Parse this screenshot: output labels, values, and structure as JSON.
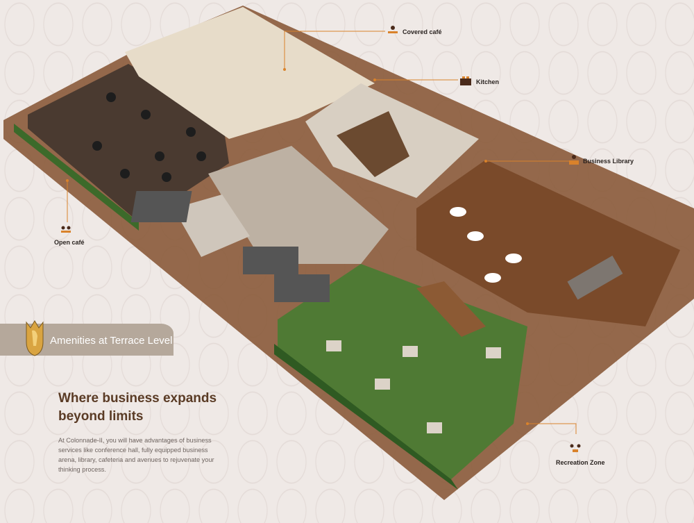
{
  "callouts": {
    "covered_cafe": "Covered café",
    "kitchen": "Kitchen",
    "business_library": "Business Library",
    "open_cafe": "Open café",
    "recreation_zone": "Recreation Zone"
  },
  "banner": {
    "title": "Amenities at Terrace Level"
  },
  "headline": "Where business expands beyond limits",
  "body": "At Colonnade-II, you will have advantages of business services like conference hall, fully equipped business arena, library, cafeteria and avenues to rejuvenate your thinking process.",
  "colors": {
    "background": "#efe9e6",
    "accent": "#d9822b",
    "banner": "#b5a89b",
    "headline": "#5a3b25",
    "grass": "#4f7a34",
    "wood_deck": "#7a4a2a",
    "dark_floor": "#4a3a30"
  },
  "icons": {
    "covered_cafe": "cafe-table-icon",
    "kitchen": "stove-icon",
    "business_library": "desk-reader-icon",
    "open_cafe": "cafe-table-icon",
    "recreation_zone": "chess-players-icon",
    "crest": "horse-crest-icon"
  }
}
